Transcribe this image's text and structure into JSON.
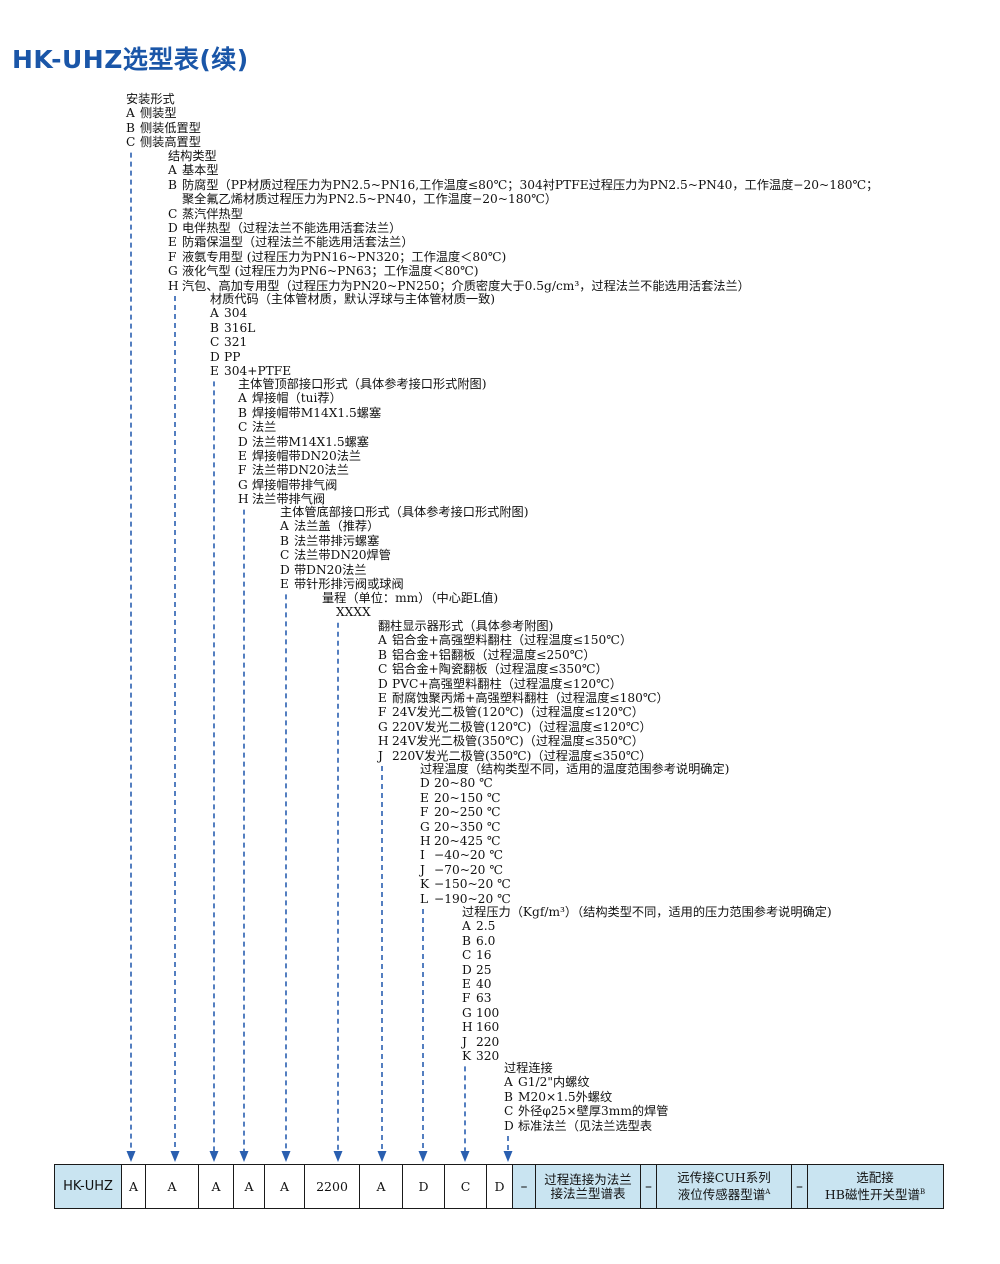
{
  "title": "HK-UHZ选型表(续)",
  "sections": [
    {
      "header": "安装形式",
      "items": [
        [
          "A",
          "侧装型"
        ],
        [
          "B",
          "侧装低置型"
        ],
        [
          "C",
          "侧装高置型"
        ]
      ]
    },
    {
      "header": "结构类型",
      "items": [
        [
          "A",
          "基本型"
        ],
        [
          "B",
          "防腐型（PP材质过程压力为PN2.5~PN16,工作温度≤80℃；304衬PTFE过程压力为PN2.5~PN40，工作温度−20~180℃；"
        ],
        [
          "",
          "聚全氟乙烯材质过程压力为PN2.5~PN40，工作温度−20~180℃）"
        ],
        [
          "C",
          "蒸汽伴热型"
        ],
        [
          "D",
          "电伴热型（过程法兰不能选用活套法兰）"
        ],
        [
          "E",
          "防霜保温型（过程法兰不能选用活套法兰）"
        ],
        [
          "F",
          "液氨专用型 (过程压力为PN16~PN320；工作温度＜80℃)"
        ],
        [
          "G",
          "液化气型 (过程压力为PN6~PN63；工作温度＜80℃)"
        ],
        [
          "H",
          "汽包、高加专用型（过程压力为PN20~PN250；介质密度大于0.5g/cm³，过程法兰不能选用活套法兰）"
        ]
      ]
    },
    {
      "header": "材质代码（主体管材质，默认浮球与主体管材质一致)",
      "items": [
        [
          "A",
          "304"
        ],
        [
          "B",
          "316L"
        ],
        [
          "C",
          "321"
        ],
        [
          "D",
          "PP"
        ],
        [
          "E",
          "304+PTFE"
        ]
      ]
    },
    {
      "header": "主体管顶部接口形式（具体参考接口形式附图)",
      "items": [
        [
          "A",
          "焊接帽（tui荐）"
        ],
        [
          "B",
          "焊接帽带M14X1.5螺塞"
        ],
        [
          "C",
          "法兰"
        ],
        [
          "D",
          "法兰带M14X1.5螺塞"
        ],
        [
          "E",
          "焊接帽带DN20法兰"
        ],
        [
          "F",
          "法兰带DN20法兰"
        ],
        [
          "G",
          "焊接帽带排气阀"
        ],
        [
          "H",
          "法兰带排气阀"
        ]
      ]
    },
    {
      "header": "主体管底部接口形式（具体参考接口形式附图)",
      "items": [
        [
          "A",
          "法兰盖（推荐）"
        ],
        [
          "B",
          "法兰带排污螺塞"
        ],
        [
          "C",
          "法兰带DN20焊管"
        ],
        [
          "D",
          "带DN20法兰"
        ],
        [
          "E",
          "带针形排污阀或球阀"
        ]
      ]
    },
    {
      "header": "量程（单位：mm）（中心距L值)",
      "items": [
        [
          "",
          "XXXX"
        ]
      ]
    },
    {
      "header": "翻柱显示器形式（具体参考附图)",
      "items": [
        [
          "A",
          "铝合金+高强塑料翻柱（过程温度≤150℃）"
        ],
        [
          "B",
          "铝合金+铝翻板（过程温度≤250℃）"
        ],
        [
          "C",
          "铝合金+陶瓷翻板（过程温度≤350℃）"
        ],
        [
          "D",
          "PVC+高强塑料翻柱（过程温度≤120℃）"
        ],
        [
          "E",
          "耐腐蚀聚丙烯+高强塑料翻柱（过程温度≤180℃）"
        ],
        [
          "F",
          "24V发光二极管(120℃)（过程温度≤120℃）"
        ],
        [
          "G",
          "220V发光二极管(120℃)（过程温度≤120℃）"
        ],
        [
          "H",
          "24V发光二极管(350℃)（过程温度≤350℃）"
        ],
        [
          "J",
          "220V发光二极管(350℃)（过程温度≤350℃）"
        ]
      ]
    },
    {
      "header": "过程温度（结构类型不同，适用的温度范围参考说明确定)",
      "items": [
        [
          "D",
          "20~80 ℃"
        ],
        [
          "E",
          "20~150 ℃"
        ],
        [
          "F",
          "20~250 ℃"
        ],
        [
          "G",
          "20~350 ℃"
        ],
        [
          "H",
          "20~425 ℃"
        ],
        [
          "I",
          "−40~20 ℃"
        ],
        [
          "J",
          "−70~20 ℃"
        ],
        [
          "K",
          "−150~20 ℃"
        ],
        [
          "L",
          "−190~20 ℃"
        ]
      ]
    },
    {
      "header": "过程压力（Kgf/m³）（结构类型不同，适用的压力范围参考说明确定)",
      "items": [
        [
          "A",
          "2.5"
        ],
        [
          "B",
          "6.0"
        ],
        [
          "C",
          "16"
        ],
        [
          "D",
          "25"
        ],
        [
          "E",
          "40"
        ],
        [
          "F",
          "63"
        ],
        [
          "G",
          "100"
        ],
        [
          "H",
          "160"
        ],
        [
          "J",
          "220"
        ],
        [
          "K",
          "320"
        ]
      ]
    },
    {
      "header": "过程连接",
      "items": [
        [
          "A",
          "G1/2\"内螺纹"
        ],
        [
          "B",
          "M20×1.5外螺纹"
        ],
        [
          "C",
          "外径φ25×壁厚3mm的焊管"
        ],
        [
          "D",
          "标准法兰（见法兰选型表"
        ]
      ]
    }
  ],
  "table": {
    "model": "HK-UHZ",
    "codes": [
      "A",
      "A",
      "A",
      "A",
      "A",
      "2200",
      "A",
      "D",
      "C",
      "D"
    ],
    "dash": "–",
    "note1_l1": "过程连接为法兰",
    "note1_l2": "接法兰型谱表",
    "note2_l1": "远传接CUH系列",
    "note2_l2": "液位传感器型谱",
    "note2_sup": "A",
    "note3_l1": "选配接",
    "note3_l2": "HB磁性开关型谱",
    "note3_sup": "B"
  },
  "colors": {
    "title": "#1a56a8",
    "guide": "#2a5fb0",
    "table_bg": "#c9e4f1"
  }
}
